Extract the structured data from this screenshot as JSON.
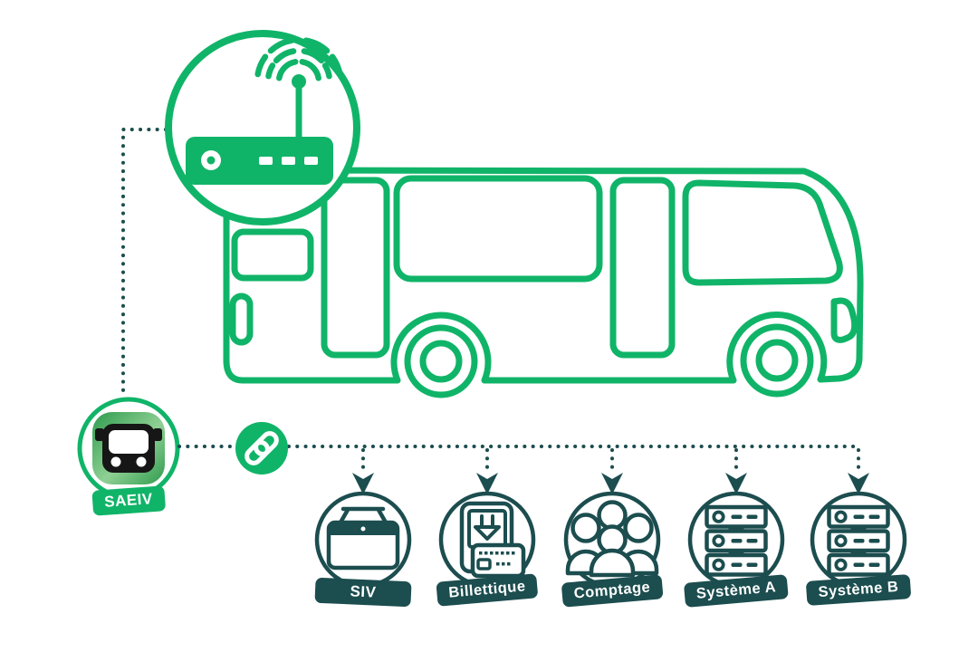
{
  "colors": {
    "green": "#10b468",
    "teal": "#1c4d4f",
    "icon_black": "#161616",
    "app_icon_green_dark": "#2e9b4d",
    "app_icon_green_light": "#8fd094",
    "background": "#ffffff"
  },
  "onboard_unit": {
    "icon": "wifi-router-icon"
  },
  "bus": {
    "icon": "bus-outline-illustration"
  },
  "connector": {
    "icon": "link-icon"
  },
  "saeiv": {
    "label": "SAEIV",
    "icon": "bus-app-icon"
  },
  "systems": [
    {
      "label": "SIV",
      "icon": "display-icon"
    },
    {
      "label": "Billettique",
      "icon": "ticket-validator-icon"
    },
    {
      "label": "Comptage",
      "icon": "passengers-icon"
    },
    {
      "label": "Système A",
      "icon": "server-icon"
    },
    {
      "label": "Système B",
      "icon": "server-icon"
    }
  ]
}
